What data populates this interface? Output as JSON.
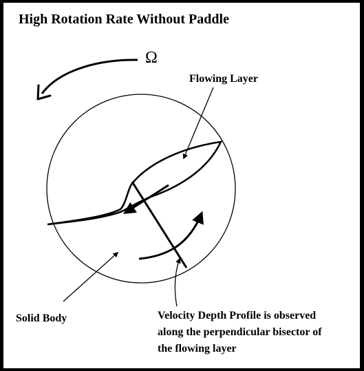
{
  "diagram": {
    "title": "High Rotation Rate Without Paddle",
    "omega_symbol": "Ω",
    "flowing_layer_label": "Flowing Layer",
    "solid_body_label": "Solid Body",
    "velocity_label_lines": [
      "Velocity Depth Profile is observed",
      "along the perpendicular bisector of",
      "the flowing layer"
    ],
    "colors": {
      "border": "#000000",
      "background": "#ffffff",
      "ink": "#000000"
    }
  }
}
